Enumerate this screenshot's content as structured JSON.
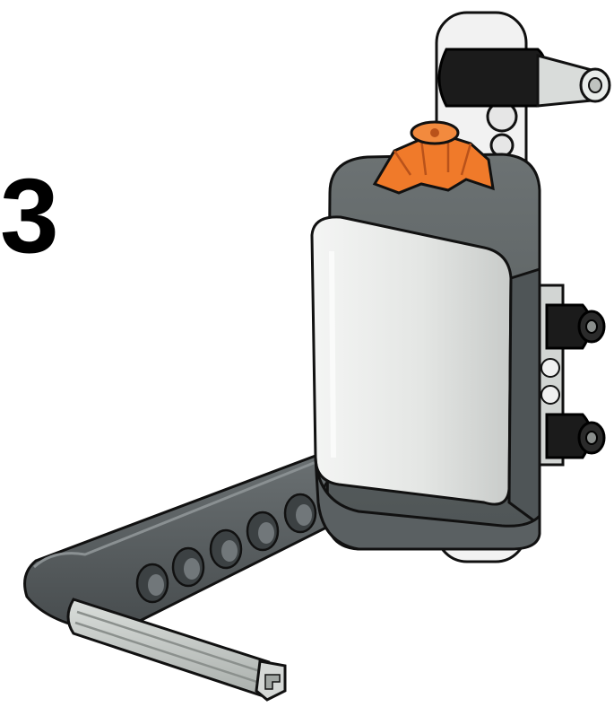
{
  "step": {
    "number": "3"
  },
  "illustration": {
    "parts": [
      "interactive-servo-motor",
      "axle-pins",
      "orange-connector",
      "liftarm-beam",
      "cross-axle"
    ],
    "colors": {
      "motor_body": "#e6e8e6",
      "motor_dark": "#5f6566",
      "connector_orange": "#f07a2a",
      "beam_dark": "#5a6062",
      "axle_light": "#c9cdca",
      "pin_black": "#1b1b1b",
      "frame_white": "#f2f2f2"
    }
  }
}
